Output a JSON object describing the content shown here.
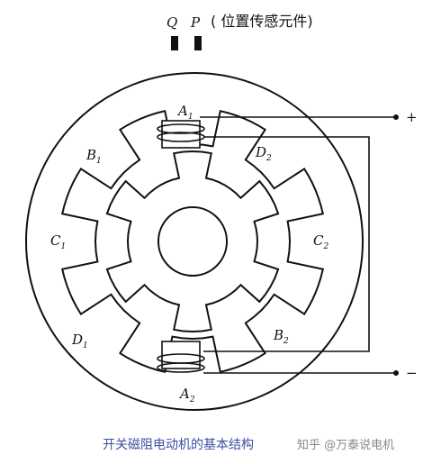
{
  "header": {
    "sensor_q": "Q",
    "sensor_p": "P",
    "sensor_note": "( 位置传感元件)"
  },
  "poles": {
    "A1": {
      "letter": "A",
      "sub": "1"
    },
    "A2": {
      "letter": "A",
      "sub": "2"
    },
    "B1": {
      "letter": "B",
      "sub": "1"
    },
    "B2": {
      "letter": "B",
      "sub": "2"
    },
    "C1": {
      "letter": "C",
      "sub": "1"
    },
    "C2": {
      "letter": "C",
      "sub": "2"
    },
    "D1": {
      "letter": "D",
      "sub": "1"
    },
    "D2": {
      "letter": "D",
      "sub": "2"
    }
  },
  "terminals": {
    "plus": "+",
    "minus": "−"
  },
  "caption": "开关磁阻电动机的基本结构",
  "watermark": "知乎 @万泰说电机",
  "colors": {
    "line": "#111111",
    "caption": "#3b4fa0",
    "watermark": "#888888"
  }
}
